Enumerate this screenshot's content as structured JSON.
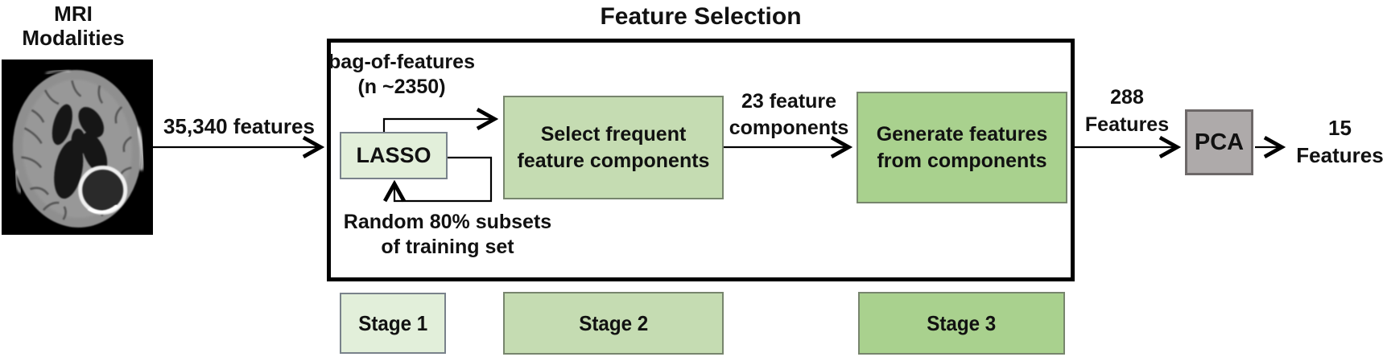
{
  "title": "Feature Selection",
  "mri": {
    "label_line1": "MRI",
    "label_line2": "Modalities"
  },
  "flow": {
    "input_label": "35,340 features",
    "bag_line1": "bag-of-features",
    "bag_line2": "(n ~2350)",
    "components_line1": "23 feature",
    "components_line2": "components",
    "to_pca_line1": "288",
    "to_pca_line2": "Features",
    "output_line1": "15",
    "output_line2": "Features",
    "loop_line1": "Random 80% subsets",
    "loop_line2": "of training set"
  },
  "boxes": {
    "lasso": {
      "label": "LASSO",
      "fill": "#e2efda"
    },
    "select": {
      "line1": "Select frequent",
      "line2": "feature components",
      "fill": "#c5dcb2"
    },
    "generate": {
      "line1": "Generate features",
      "line2": "from components",
      "fill": "#a9d18e"
    },
    "pca": {
      "label": "PCA",
      "fill": "#aeaaaa"
    }
  },
  "stages": [
    {
      "label": "Stage 1",
      "fill": "#e2efda"
    },
    {
      "label": "Stage 2",
      "fill": "#c5dcb2"
    },
    {
      "label": "Stage 3",
      "fill": "#a9d18e"
    }
  ],
  "colors": {
    "outer_box_border": "#000000",
    "arrow": "#000000",
    "pca_border": "#6d6868"
  }
}
